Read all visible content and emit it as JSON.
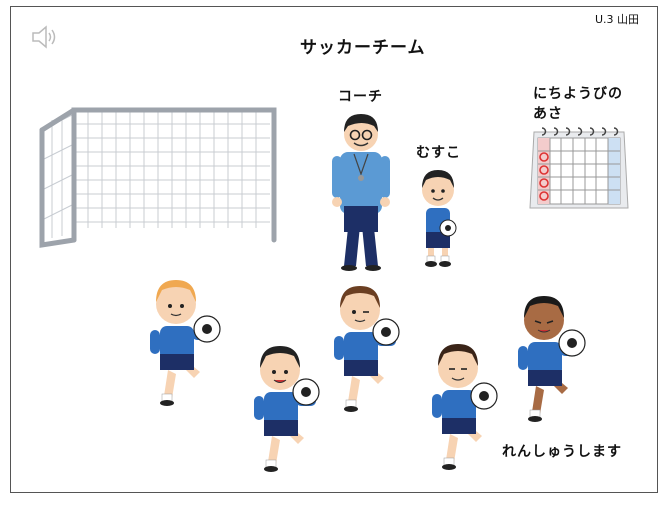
{
  "header": {
    "page_code": "U.3 山田",
    "title": "サッカーチーム"
  },
  "labels": {
    "coach": "コーチ",
    "son": "むすこ",
    "sunday_line1": "にちようびの",
    "sunday_line2": "あさ",
    "practice": "れんしゅうします"
  },
  "icons": {
    "audio": "speaker-icon"
  },
  "colors": {
    "uniform": "#2f6fc0",
    "shorts": "#1d2f66",
    "skin": "#f7d3b3",
    "net": "#c8ccd2"
  }
}
